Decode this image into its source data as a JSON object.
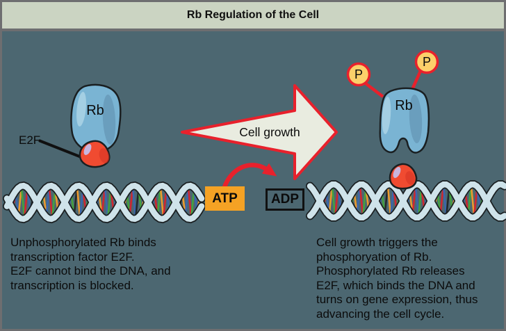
{
  "title": "Rb Regulation of the Cell",
  "labels": {
    "rb_left": "Rb",
    "rb_right": "Rb",
    "e2f": "E2F",
    "cell_growth": "Cell growth",
    "atp": "ATP",
    "adp": "ADP",
    "p1": "P",
    "p2": "P"
  },
  "captions": {
    "left": "Unphosphorylated Rb binds\ntranscription factor E2F.\nE2F cannot bind the DNA, and\ntranscription is blocked.",
    "right": "Cell growth triggers the\nphosphoryation of Rb.\nPhosphorylated Rb releases\nE2F, which binds the DNA and\nturns on gene expression, thus\nadvancing the cell cycle."
  },
  "colors": {
    "background": "#4c6771",
    "frame_border": "#6e6e70",
    "title_bg": "#cbd4c2",
    "text_ink": "#0b0b0b",
    "arrow_fill": "#e9ece0",
    "accent_red": "#e8212c",
    "atp_orange": "#f5a224",
    "phosphate_fill": "#fcd06a",
    "rb_blue": "#7ab4d3",
    "rb_blue_light": "#a9d2e4",
    "rb_blue_dark": "#6699b8",
    "e2f_red": "#f04b31",
    "e2f_red_dark": "#d63425",
    "e2f_highlight": "#c9b6de",
    "outline": "#1a1f21",
    "dna_ribbon": "#cfe3ea",
    "dna_bars": [
      "#cf2630",
      "#3b66ad",
      "#44a13f",
      "#eb9a2f",
      "#23292b"
    ]
  }
}
